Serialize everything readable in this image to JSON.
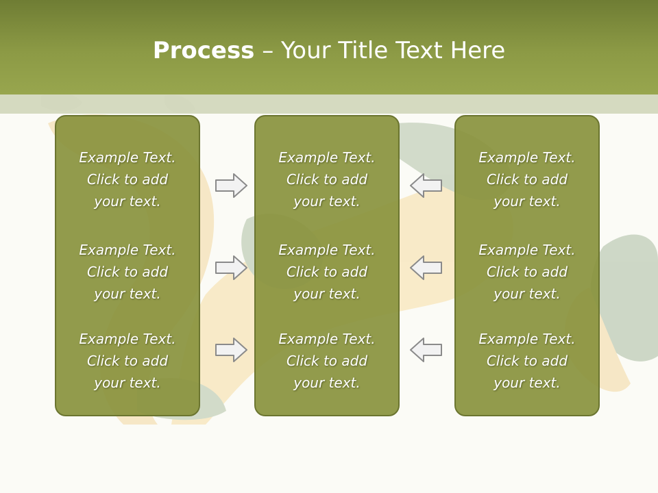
{
  "slide": {
    "title_bold": "Process",
    "title_rest": " – Your Title Text Here"
  },
  "columns": [
    {
      "items": [
        {
          "line1": "Example Text.",
          "line2": "Click  to add",
          "line3": "your text."
        },
        {
          "line1": "Example Text.",
          "line2": "Click  to add",
          "line3": "your text."
        },
        {
          "line1": "Example Text.",
          "line2": "Click  to add",
          "line3": "your text."
        }
      ]
    },
    {
      "items": [
        {
          "line1": "Example Text.",
          "line2": "Click  to add",
          "line3": "your text."
        },
        {
          "line1": "Example Text.",
          "line2": "Click  to add",
          "line3": "your text."
        },
        {
          "line1": "Example Text.",
          "line2": "Click  to add",
          "line3": "your text."
        }
      ]
    },
    {
      "items": [
        {
          "line1": "Example Text.",
          "line2": "Click  to add",
          "line3": "your text."
        },
        {
          "line1": "Example Text.",
          "line2": "Click  to add",
          "line3": "your text."
        },
        {
          "line1": "Example Text.",
          "line2": "Click  to add",
          "line3": "your text."
        }
      ]
    }
  ],
  "arrows": {
    "left_group": "right-arrow-icon",
    "right_group": "left-arrow-icon"
  },
  "colors": {
    "header": "#8c9a45",
    "box_fill": "#89923d",
    "box_border": "#6b7530",
    "text": "#ffffff"
  }
}
